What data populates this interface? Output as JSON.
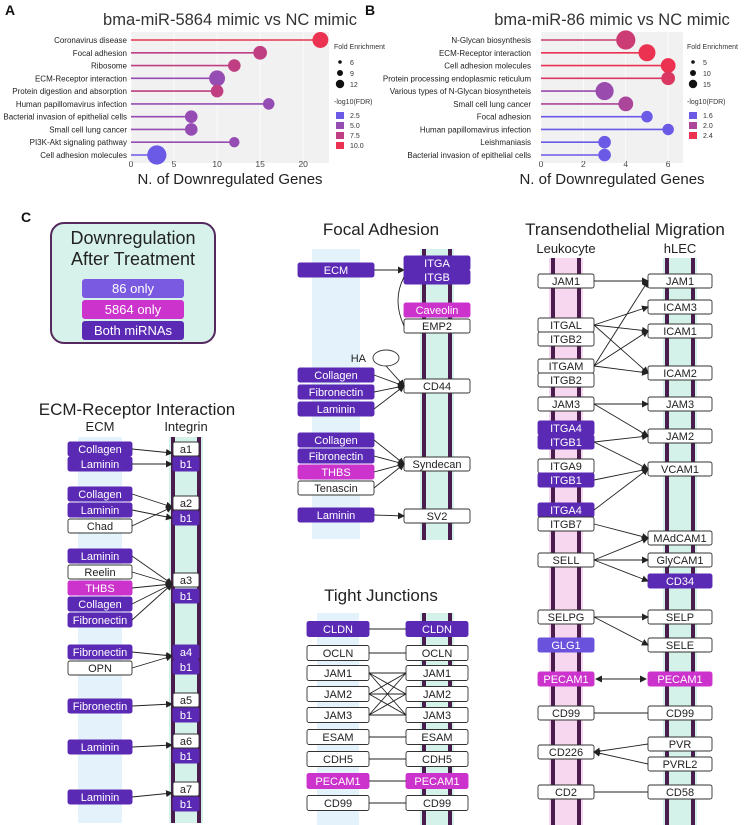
{
  "panels": {
    "a": "A",
    "b": "B",
    "c": "C"
  },
  "colors": {
    "purple": "#5b2ab5",
    "magenta": "#cc33cc",
    "violet": "#6a52dc",
    "pinkbg": "#f7d7ef",
    "greenbg": "#d5f2ea",
    "bluebg": "#e4f3fb",
    "membrane": "#4a1d4e"
  },
  "chart_data": [
    {
      "type": "lollipop",
      "title": "bma-miR-5864 mimic vs NC mimic",
      "xlabel": "N. of Downregulated Genes",
      "xlim": [
        0,
        23
      ],
      "xticks": [
        "0",
        "5",
        "10",
        "15",
        "20"
      ],
      "categories": [
        "Coronavirus disease",
        "Focal adhesion",
        "Ribosome",
        "ECM-Receptor interaction",
        "Protein digestion and absorption",
        "Human papillomavirus infection",
        "Bacterial invasion of epithelial cells",
        "Small cell lung cancer",
        "PI3K-Akt signaling pathway",
        "Cell adhesion molecules"
      ],
      "values": [
        22,
        15,
        12,
        10,
        10,
        16,
        7,
        7,
        12,
        3
      ],
      "fold_enrichment": [
        9,
        7,
        6,
        9,
        6,
        5,
        6,
        6,
        4,
        12
      ],
      "neg_log10_fdr": [
        10.0,
        7.5,
        7.5,
        5.0,
        7.5,
        5.0,
        5.0,
        5.0,
        5.0,
        2.5
      ],
      "legend": {
        "size_title": "Fold Enrichment",
        "sizes": [
          "6",
          "9",
          "12"
        ],
        "color_title": "-log10(FDR)",
        "colors": [
          "2.5",
          "5.0",
          "7.5",
          "10.0"
        ]
      }
    },
    {
      "type": "lollipop",
      "title": "bma-miR-86 mimic vs NC mimic",
      "xlabel": "N. of Downregulated Genes",
      "xlim": [
        0,
        6.7
      ],
      "xticks": [
        "0",
        "2",
        "4",
        "6"
      ],
      "categories": [
        "N-Glycan biosynthesis",
        "ECM-Receptor interaction",
        "Cell adhesion molecules",
        "Protein processing endoplasmic reticulum",
        "Various types of N-Glycan biosyntheteis",
        "Small cell lung cancer",
        "Focal adhesion",
        "Human papillomavirus infection",
        "Leishmaniasis",
        "Bacterial invasion of epithelial cells"
      ],
      "values": [
        4,
        5,
        6,
        6,
        3,
        4,
        5,
        6,
        3,
        3
      ],
      "fold_enrichment": [
        12,
        10,
        8,
        7,
        11,
        8,
        5,
        5,
        6,
        6
      ],
      "neg_log10_fdr": [
        2.2,
        2.4,
        2.4,
        2.3,
        1.9,
        2.0,
        1.6,
        1.6,
        1.6,
        1.6
      ],
      "legend": {
        "size_title": "Fold Enrichment",
        "sizes": [
          "5",
          "10",
          "15"
        ],
        "color_title": "-log10(FDR)",
        "colors": [
          "1.6",
          "2.0",
          "2.4"
        ]
      }
    }
  ],
  "legend_box": {
    "title_line1": "Downregulation",
    "title_line2": "After Treatment",
    "items": [
      {
        "label": "86 only",
        "color": "#7a5ae0"
      },
      {
        "label": "5864 only",
        "color": "#cc33cc"
      },
      {
        "label": "Both miRNAs",
        "color": "#5b2ab5"
      }
    ]
  },
  "ecm": {
    "title": "ECM-Receptor Interaction",
    "col_left": "ECM",
    "col_right": "Integrin",
    "left": [
      {
        "t": "Collagen",
        "c": "P"
      },
      {
        "t": "Laminin",
        "c": "P"
      },
      {
        "t": "Collagen",
        "c": "P"
      },
      {
        "t": "Laminin",
        "c": "P"
      },
      {
        "t": "Chad",
        "c": "W"
      },
      {
        "t": "Laminin",
        "c": "P"
      },
      {
        "t": "Reelin",
        "c": "W"
      },
      {
        "t": "THBS",
        "c": "M"
      },
      {
        "t": "Collagen",
        "c": "P"
      },
      {
        "t": "Fibronectin",
        "c": "P"
      },
      {
        "t": "Fibronectin",
        "c": "P"
      },
      {
        "t": "OPN",
        "c": "W"
      },
      {
        "t": "Fibronectin",
        "c": "P"
      },
      {
        "t": "Laminin",
        "c": "P"
      },
      {
        "t": "Laminin",
        "c": "P"
      }
    ],
    "right": [
      {
        "t": "a1",
        "c": "W"
      },
      {
        "t": "b1",
        "c": "P"
      },
      {
        "t": "a2",
        "c": "W"
      },
      {
        "t": "b1",
        "c": "P"
      },
      {
        "t": "a3",
        "c": "W"
      },
      {
        "t": "b1",
        "c": "P"
      },
      {
        "t": "a4",
        "c": "P"
      },
      {
        "t": "b1",
        "c": "P"
      },
      {
        "t": "a5",
        "c": "W"
      },
      {
        "t": "b1",
        "c": "P"
      },
      {
        "t": "a6",
        "c": "W"
      },
      {
        "t": "b1",
        "c": "P"
      },
      {
        "t": "a7",
        "c": "W"
      },
      {
        "t": "b1",
        "c": "P"
      }
    ]
  },
  "focal": {
    "title": "Focal Adhesion",
    "left": [
      {
        "t": "ECM",
        "c": "P"
      },
      {
        "t": "HA",
        "c": "W"
      },
      {
        "t": "Collagen",
        "c": "P"
      },
      {
        "t": "Fibronectin",
        "c": "P"
      },
      {
        "t": "Laminin",
        "c": "P"
      },
      {
        "t": "Collagen",
        "c": "P"
      },
      {
        "t": "Fibronectin",
        "c": "P"
      },
      {
        "t": "THBS",
        "c": "M"
      },
      {
        "t": "Tenascin",
        "c": "W"
      },
      {
        "t": "Laminin",
        "c": "P"
      }
    ],
    "right": [
      {
        "t": "ITGA",
        "c": "P"
      },
      {
        "t": "ITGB",
        "c": "P"
      },
      {
        "t": "Caveolin",
        "c": "M"
      },
      {
        "t": "EMP2",
        "c": "W"
      },
      {
        "t": "CD44",
        "c": "W"
      },
      {
        "t": "Syndecan",
        "c": "W"
      },
      {
        "t": "SV2",
        "c": "W"
      }
    ]
  },
  "tight": {
    "title": "Tight Junctions",
    "left": [
      {
        "t": "CLDN",
        "c": "P"
      },
      {
        "t": "OCLN",
        "c": "W"
      },
      {
        "t": "JAM1",
        "c": "W"
      },
      {
        "t": "JAM2",
        "c": "W"
      },
      {
        "t": "JAM3",
        "c": "W"
      },
      {
        "t": "ESAM",
        "c": "W"
      },
      {
        "t": "CDH5",
        "c": "W"
      },
      {
        "t": "PECAM1",
        "c": "M"
      },
      {
        "t": "CD99",
        "c": "W"
      }
    ],
    "right": [
      {
        "t": "CLDN",
        "c": "P"
      },
      {
        "t": "OCLN",
        "c": "W"
      },
      {
        "t": "JAM1",
        "c": "W"
      },
      {
        "t": "JAM2",
        "c": "W"
      },
      {
        "t": "JAM3",
        "c": "W"
      },
      {
        "t": "ESAM",
        "c": "W"
      },
      {
        "t": "CDH5",
        "c": "W"
      },
      {
        "t": "PECAM1",
        "c": "M"
      },
      {
        "t": "CD99",
        "c": "W"
      }
    ]
  },
  "trans": {
    "title": "Transendothelial Migration",
    "col_left": "Leukocyte",
    "col_right": "hLEC",
    "left": [
      {
        "t": "JAM1",
        "c": "W"
      },
      {
        "t": "ITGAL",
        "c": "W"
      },
      {
        "t": "ITGB2",
        "c": "W"
      },
      {
        "t": "ITGAM",
        "c": "W"
      },
      {
        "t": "ITGB2",
        "c": "W"
      },
      {
        "t": "JAM3",
        "c": "W"
      },
      {
        "t": "ITGA4",
        "c": "P"
      },
      {
        "t": "ITGB1",
        "c": "P"
      },
      {
        "t": "ITGA9",
        "c": "W"
      },
      {
        "t": "ITGB1",
        "c": "P"
      },
      {
        "t": "ITGA4",
        "c": "P"
      },
      {
        "t": "ITGB7",
        "c": "W"
      },
      {
        "t": "SELL",
        "c": "W"
      },
      {
        "t": "SELPG",
        "c": "W"
      },
      {
        "t": "GLG1",
        "c": "V"
      },
      {
        "t": "PECAM1",
        "c": "M"
      },
      {
        "t": "CD99",
        "c": "W"
      },
      {
        "t": "CD226",
        "c": "W"
      },
      {
        "t": "CD2",
        "c": "W"
      }
    ],
    "right": [
      {
        "t": "JAM1",
        "c": "W"
      },
      {
        "t": "ICAM3",
        "c": "W"
      },
      {
        "t": "ICAM1",
        "c": "W"
      },
      {
        "t": "ICAM2",
        "c": "W"
      },
      {
        "t": "JAM3",
        "c": "W"
      },
      {
        "t": "JAM2",
        "c": "W"
      },
      {
        "t": "VCAM1",
        "c": "W"
      },
      {
        "t": "MAdCAM1",
        "c": "W"
      },
      {
        "t": "GlyCAM1",
        "c": "W"
      },
      {
        "t": "CD34",
        "c": "P"
      },
      {
        "t": "SELP",
        "c": "W"
      },
      {
        "t": "SELE",
        "c": "W"
      },
      {
        "t": "PECAM1",
        "c": "M"
      },
      {
        "t": "CD99",
        "c": "W"
      },
      {
        "t": "PVR",
        "c": "W"
      },
      {
        "t": "PVRL2",
        "c": "W"
      },
      {
        "t": "CD58",
        "c": "W"
      }
    ]
  }
}
